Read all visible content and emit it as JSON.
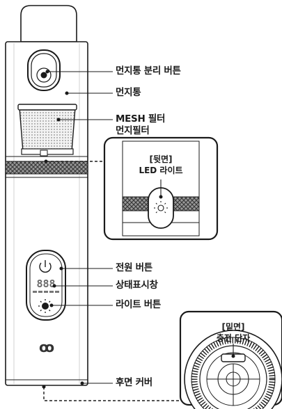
{
  "callouts": {
    "dust_bin_release": "먼지통 분리 버튼",
    "dust_bin": "먼지통",
    "mesh_filter": "MESH 필터",
    "dust_filter": "먼지필터",
    "power_button": "전원 버튼",
    "status_display": "상태표시창",
    "light_button": "라이트 버튼",
    "rear_cover": "후면 커버"
  },
  "inset_rear": {
    "heading": "[뒷면]",
    "subheading": "LED 라이트"
  },
  "inset_bottom": {
    "heading": "[밑면]",
    "subheading": "충전 단자"
  },
  "display_digits": "888",
  "brand_mark": "ꝏ",
  "colors": {
    "line": "#1a1a1a",
    "body": "#ffffff",
    "knurl": "#555555",
    "panel": "#f4f4f4"
  }
}
